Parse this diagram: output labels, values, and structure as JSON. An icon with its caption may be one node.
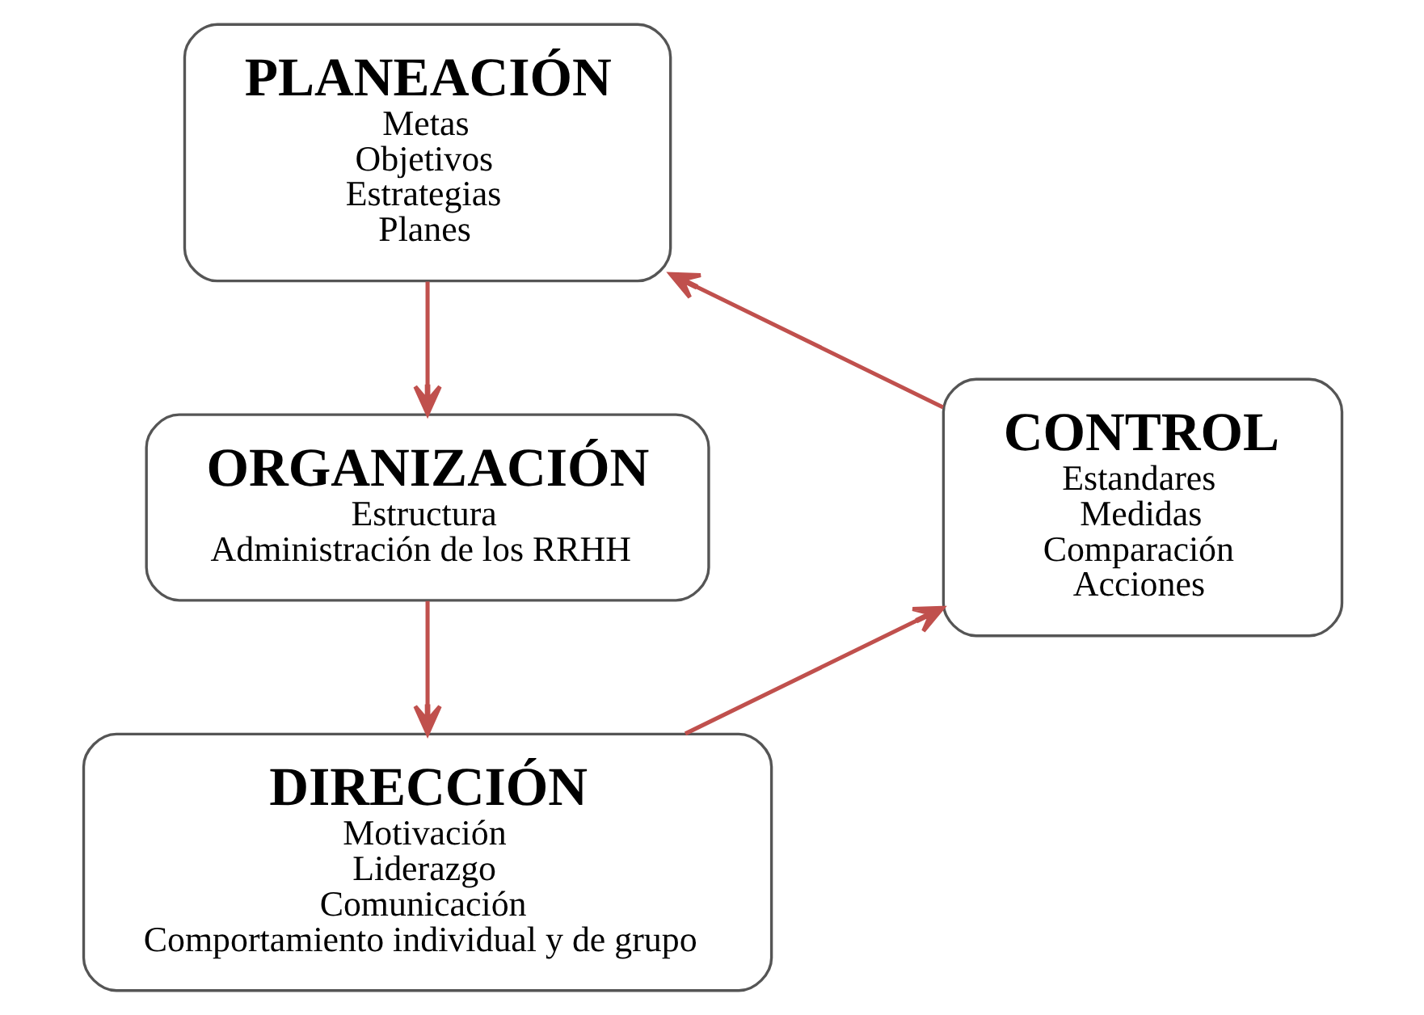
{
  "diagram": {
    "nodes": [
      {
        "text": [
          "PLANEACIÓN",
          "Metas",
          "Objetivos",
          "Estrategias",
          "Planes"
        ]
      },
      {
        "text": [
          "ORGANIZACIÓN",
          "Estructura",
          "Administración de los RRHH"
        ]
      },
      {
        "text": [
          "DIRECCIÓN",
          "Motivación",
          "Liderazgo",
          "Comunicación",
          "Comportamiento individual y de grupo"
        ]
      },
      {
        "text": [
          "CONTROL",
          "Estandares",
          "Medidas",
          "Comparación",
          "Acciones"
        ]
      }
    ],
    "edges": [
      {
        "from": 0,
        "to": 1,
        "arrow": "to"
      },
      {
        "from": 1,
        "to": 2,
        "arrow": "to"
      },
      {
        "from": 2,
        "to": 3,
        "arrow": "to"
      },
      {
        "from": 3,
        "to": 0,
        "arrow": "to"
      }
    ]
  }
}
